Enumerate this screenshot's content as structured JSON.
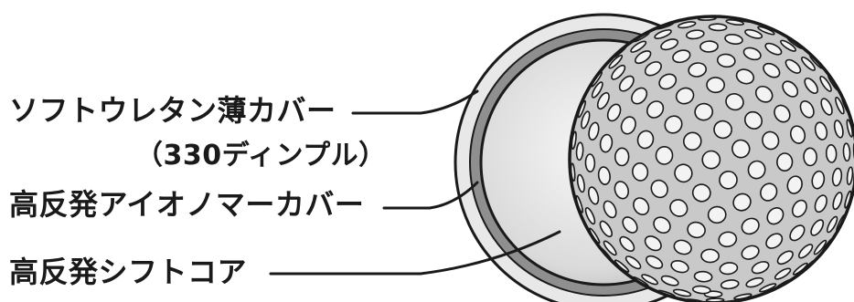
{
  "labels": {
    "cover": "ソフトウレタン薄カバー",
    "dimples": "（330ディンプル）",
    "ionomer_cover": "高反発アイオノマーカバー",
    "core": "高反発シフトコア"
  },
  "colors": {
    "line": "#1a1a1a",
    "outer_shell": "#e6e6e6",
    "mid_layer": "#8c8c8c",
    "core_light": "#f4f4f4",
    "core_dark": "#b5b5b5",
    "ball_surface": "#c7c7c7",
    "dimple": "#f2f2f2"
  }
}
